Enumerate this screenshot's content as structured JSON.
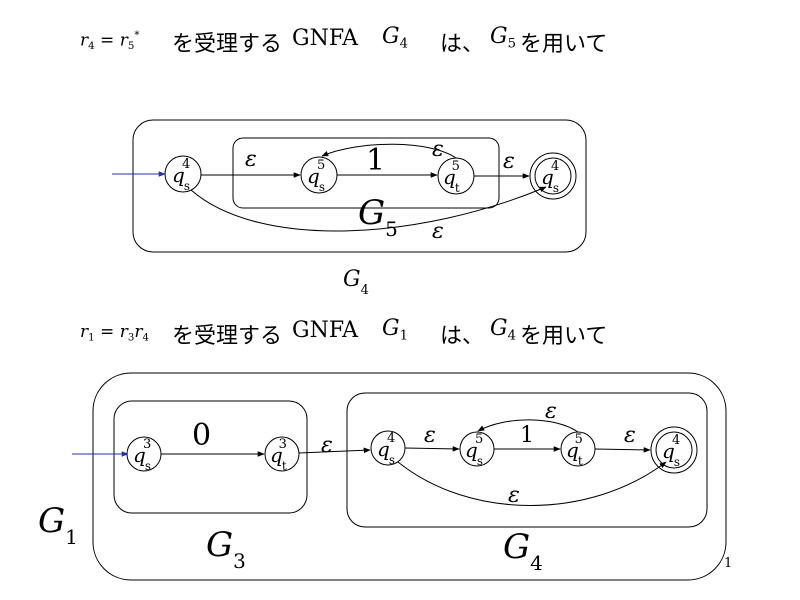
{
  "caption1": {
    "lhs": "r",
    "lhs_sub": "4",
    "eq": "=",
    "rhs": "r",
    "rhs_sub": "5",
    "rhs_sup": "*",
    "text_a": "を受理する",
    "gnfa": "GNFA",
    "g": "G",
    "g_sub": "4",
    "text_b": "は、",
    "g2": "G",
    "g2_sub": "5",
    "text_c": "を用いて"
  },
  "caption2": {
    "lhs": "r",
    "lhs_sub": "1",
    "eq": "=",
    "rhs1": "r",
    "rhs1_sub": "3",
    "rhs2": "r",
    "rhs2_sub": "4",
    "text_a": "を受理する",
    "gnfa": "GNFA",
    "g": "G",
    "g_sub": "1",
    "text_b": "は、",
    "g2": "G",
    "g2_sub": "4",
    "text_c": "を用いて"
  },
  "diagram1": {
    "states": [
      {
        "letter": "q",
        "sup": "4",
        "sub": "s"
      },
      {
        "letter": "q",
        "sup": "5",
        "sub": "s"
      },
      {
        "letter": "q",
        "sup": "5",
        "sub": "t"
      },
      {
        "letter": "q",
        "sup": "4",
        "sub": "s"
      }
    ],
    "edge_labels": [
      "ε",
      "1",
      "ε",
      "ε",
      "ε"
    ],
    "inner_label": {
      "g": "G",
      "sub": "5"
    },
    "outer_label": {
      "g": "G",
      "sub": "4"
    }
  },
  "diagram2": {
    "states": [
      {
        "letter": "q",
        "sup": "3",
        "sub": "s"
      },
      {
        "letter": "q",
        "sup": "3",
        "sub": "t"
      },
      {
        "letter": "q",
        "sup": "4",
        "sub": "s"
      },
      {
        "letter": "q",
        "sup": "5",
        "sub": "s"
      },
      {
        "letter": "q",
        "sup": "5",
        "sub": "t"
      },
      {
        "letter": "q",
        "sup": "4",
        "sub": "s"
      }
    ],
    "edge_labels": [
      "0",
      "ε",
      "ε",
      "1",
      "ε",
      "ε",
      "ε"
    ],
    "box_labels": [
      {
        "g": "G",
        "sub": "1"
      },
      {
        "g": "G",
        "sub": "3"
      },
      {
        "g": "G",
        "sub": "4"
      }
    ]
  },
  "page_number": "1"
}
